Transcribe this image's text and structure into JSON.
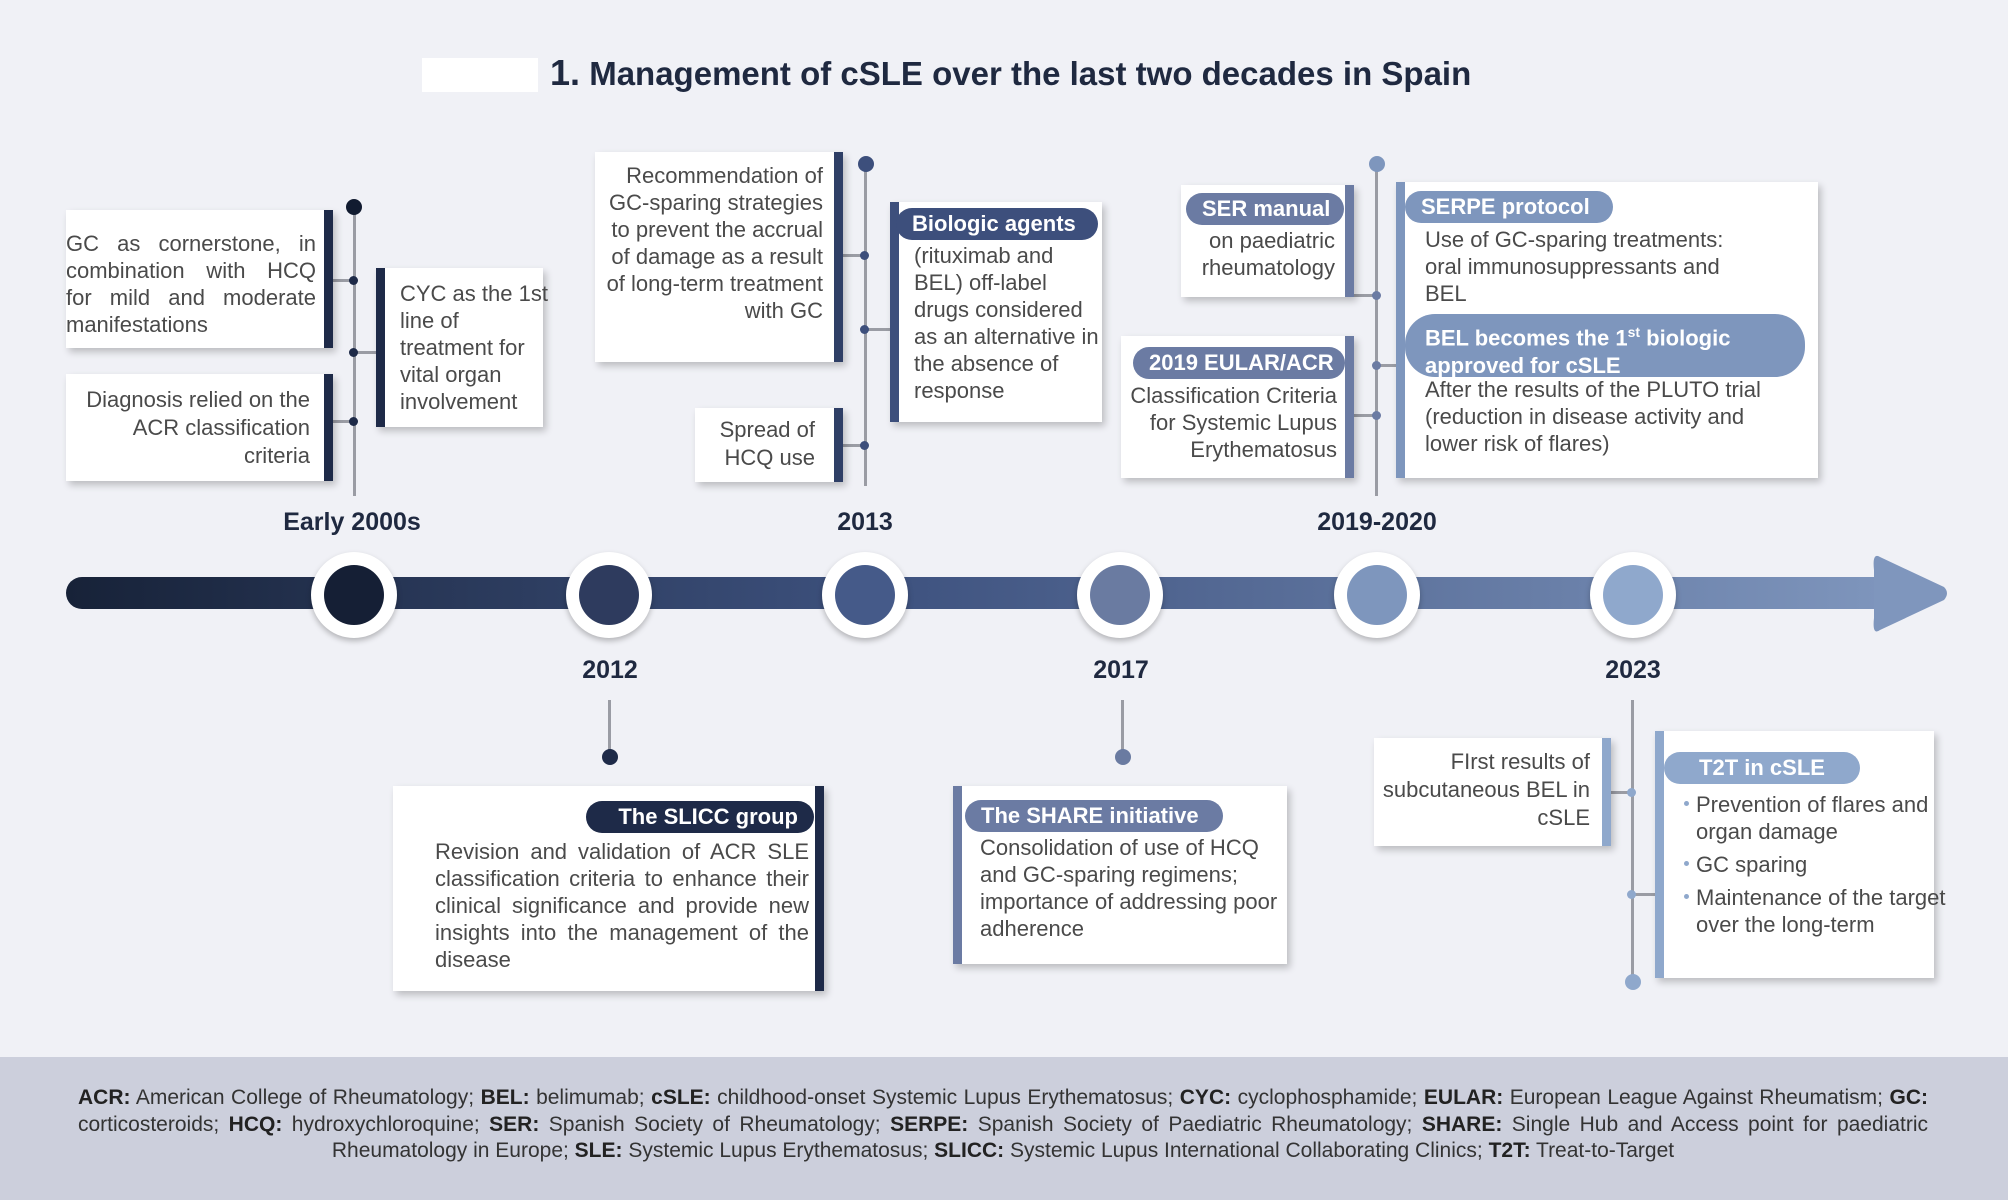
{
  "title": {
    "number": "1.",
    "text": "Management of cSLE over the last two decades in Spain"
  },
  "years": {
    "early2000s": "Early 2000s",
    "y2012": "2012",
    "y2013": "2013",
    "y2017": "2017",
    "y2019": "2019-2020",
    "y2023": "2023"
  },
  "cards": {
    "gc_cornerstone": "GC as cornerstone, in combination with HCQ for mild and moderate manifestations",
    "diagnosis_acr": "Diagnosis relied on the ACR classification criteria",
    "cyc_first_line": "CYC as the 1st line of treatment for vital organ involvement",
    "gc_sparing_rec": "Recommendation of GC-sparing strategies to prevent the accrual of damage as a result of long-term treatment with GC",
    "hcq_spread": "Spread of HCQ use",
    "biologic_title": "Biologic agents",
    "biologic_body": "(rituximab and BEL) off-label drugs considered as an alternative in the absence of response",
    "ser_title": "SER manual",
    "ser_body": "on paediatric rheumatology",
    "eular_title": "2019 EULAR/ACR",
    "eular_body": "Classification Criteria for Systemic Lupus Erythematosus",
    "serpe_title": "SERPE protocol",
    "serpe_body": "Use of GC-sparing treatments: oral immunosuppressants and BEL",
    "bel_title_pre": "BEL becomes the 1",
    "bel_title_sup": "st",
    "bel_title_post": " biologic approved for cSLE",
    "bel_body": "After the results of the PLUTO trial (reduction in disease activity and lower risk of flares)",
    "slicc_title": "The SLICC group",
    "slicc_body": "Revision and validation of ACR SLE classification criteria to enhance their clinical significance and provide new insights into the management of the disease",
    "share_title": "The SHARE initiative",
    "share_body": "Consolidation of use of HCQ and GC-sparing regimens; importance of addressing poor adherence",
    "sc_bel": "FIrst results of subcutaneous BEL in cSLE",
    "t2t_title": "T2T in cSLE",
    "t2t_items": [
      "Prevention of flares and organ damage",
      "GC sparing",
      "Maintenance of the target over the long-term"
    ]
  },
  "footer": [
    {
      "abbr": "ACR:",
      "desc": " American College of Rheumatology; "
    },
    {
      "abbr": "BEL:",
      "desc": " belimumab; "
    },
    {
      "abbr": "cSLE:",
      "desc": " childhood-onset Systemic Lupus Erythematosus; "
    },
    {
      "abbr": "CYC:",
      "desc": " cyclophosphamide; "
    },
    {
      "abbr": "EULAR:",
      "desc": " European League Against Rheumatism; "
    },
    {
      "abbr": "GC:",
      "desc": " corticosteroids; "
    },
    {
      "abbr": "HCQ:",
      "desc": " hydroxychloroquine; "
    },
    {
      "abbr": "SER:",
      "desc": " Spanish Society of Rheumatology; "
    },
    {
      "abbr": "SERPE:",
      "desc": " Spanish Society of Paediatric Rheumatology; "
    },
    {
      "abbr": "SHARE:",
      "desc": " Single Hub and Access point for paediatric Rheumatology in Europe; "
    },
    {
      "abbr": "SLE:",
      "desc": " Systemic Lupus Erythematosus; "
    },
    {
      "abbr": "SLICC:",
      "desc": " Systemic Lupus International Collaborating Clinics; "
    },
    {
      "abbr": "T2T:",
      "desc": " Treat-to-Target"
    }
  ],
  "colors": {
    "navy": "#1e2a48",
    "slate": "#3d4f7c",
    "steel": "#6b7ba3",
    "sky": "#8fa8cc"
  }
}
